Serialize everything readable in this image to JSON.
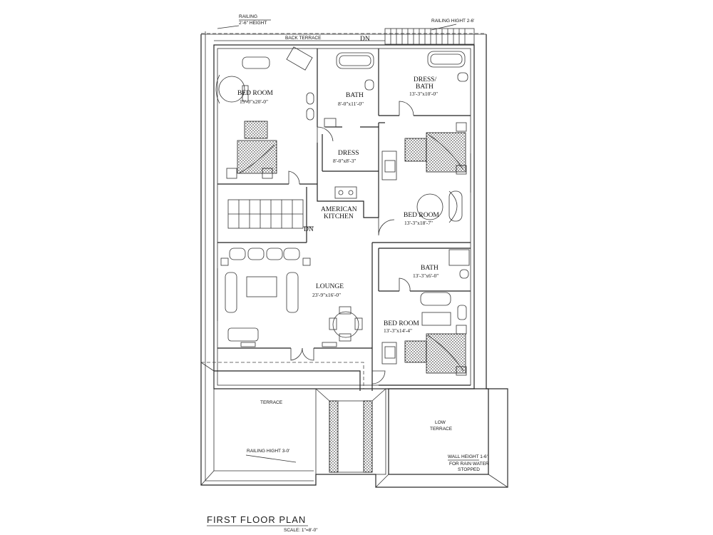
{
  "plan": {
    "title": "FIRST FLOOR PLAN",
    "scale": "SCALE:  1\"=8'-0\""
  },
  "notes": {
    "railing_left_1": "RAILING",
    "railing_left_2": "2'-6\" HEIGHT",
    "railing_top_right": "RAILING HIGHT 2-6'",
    "back_terrace": "BACK TERRACE",
    "dn_top": "DN",
    "dn_stair": "DN",
    "railing_bottom": "RAILING HIGHT 3-0'",
    "wall_height": "WALL HEIGHT 1-6'",
    "for_rain_water": "FOR RAIN WATER",
    "stopped": "STOPPED"
  },
  "rooms": {
    "bedroom1": {
      "name": "BED ROOM",
      "size": "15'-0\"x20'-0\""
    },
    "bath1": {
      "name": "BATH",
      "size": "8'-0\"x11'-0\""
    },
    "dress_bath_1": "DRESS/",
    "dress_bath_2": "BATH",
    "dress_bath_size": "13'-3\"x10'-0\"",
    "dress": {
      "name": "DRESS",
      "size": "8'-0\"x8'-3\""
    },
    "bedroom2": {
      "name": "BED ROOM",
      "size": "13'-3\"x18'-7\""
    },
    "kitchen_1": "AMERICAN",
    "kitchen_2": "KITCHEN",
    "bath2": {
      "name": "BATH",
      "size": "13'-3\"x6'-0\""
    },
    "lounge": {
      "name": "LOUNGE",
      "size": "23'-9\"x16'-0\""
    },
    "bedroom3": {
      "name": "BED ROOM",
      "size": "13'-3\"x14'-4\""
    },
    "terrace": "TERRACE",
    "low_terrace_1": "LOW",
    "low_terrace_2": "TERRACE"
  }
}
